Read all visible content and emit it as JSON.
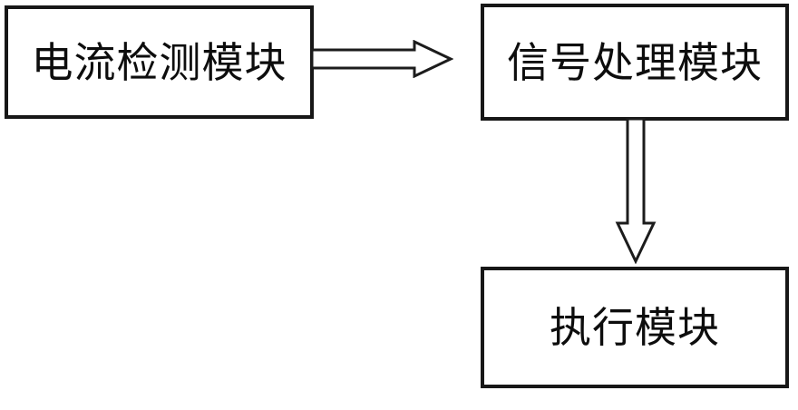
{
  "diagram": {
    "title": "current-detection-flowchart",
    "background_color": "#ffffff",
    "box_border_color": "#171717",
    "text_color": "#0d0d0d",
    "arrow_fill_color": "#ffffff",
    "arrow_stroke_color": "#1c1c1c",
    "nodes": [
      {
        "id": "current-detection-module",
        "label": "电流检测模块"
      },
      {
        "id": "signal-processing-module",
        "label": "信号处理模块"
      },
      {
        "id": "execution-module",
        "label": "执行模块"
      }
    ],
    "edges": [
      {
        "from": "current-detection-module",
        "to": "signal-processing-module",
        "direction": "right",
        "style": "hollow-block-arrow"
      },
      {
        "from": "signal-processing-module",
        "to": "execution-module",
        "direction": "down",
        "style": "hollow-block-arrow"
      }
    ]
  }
}
